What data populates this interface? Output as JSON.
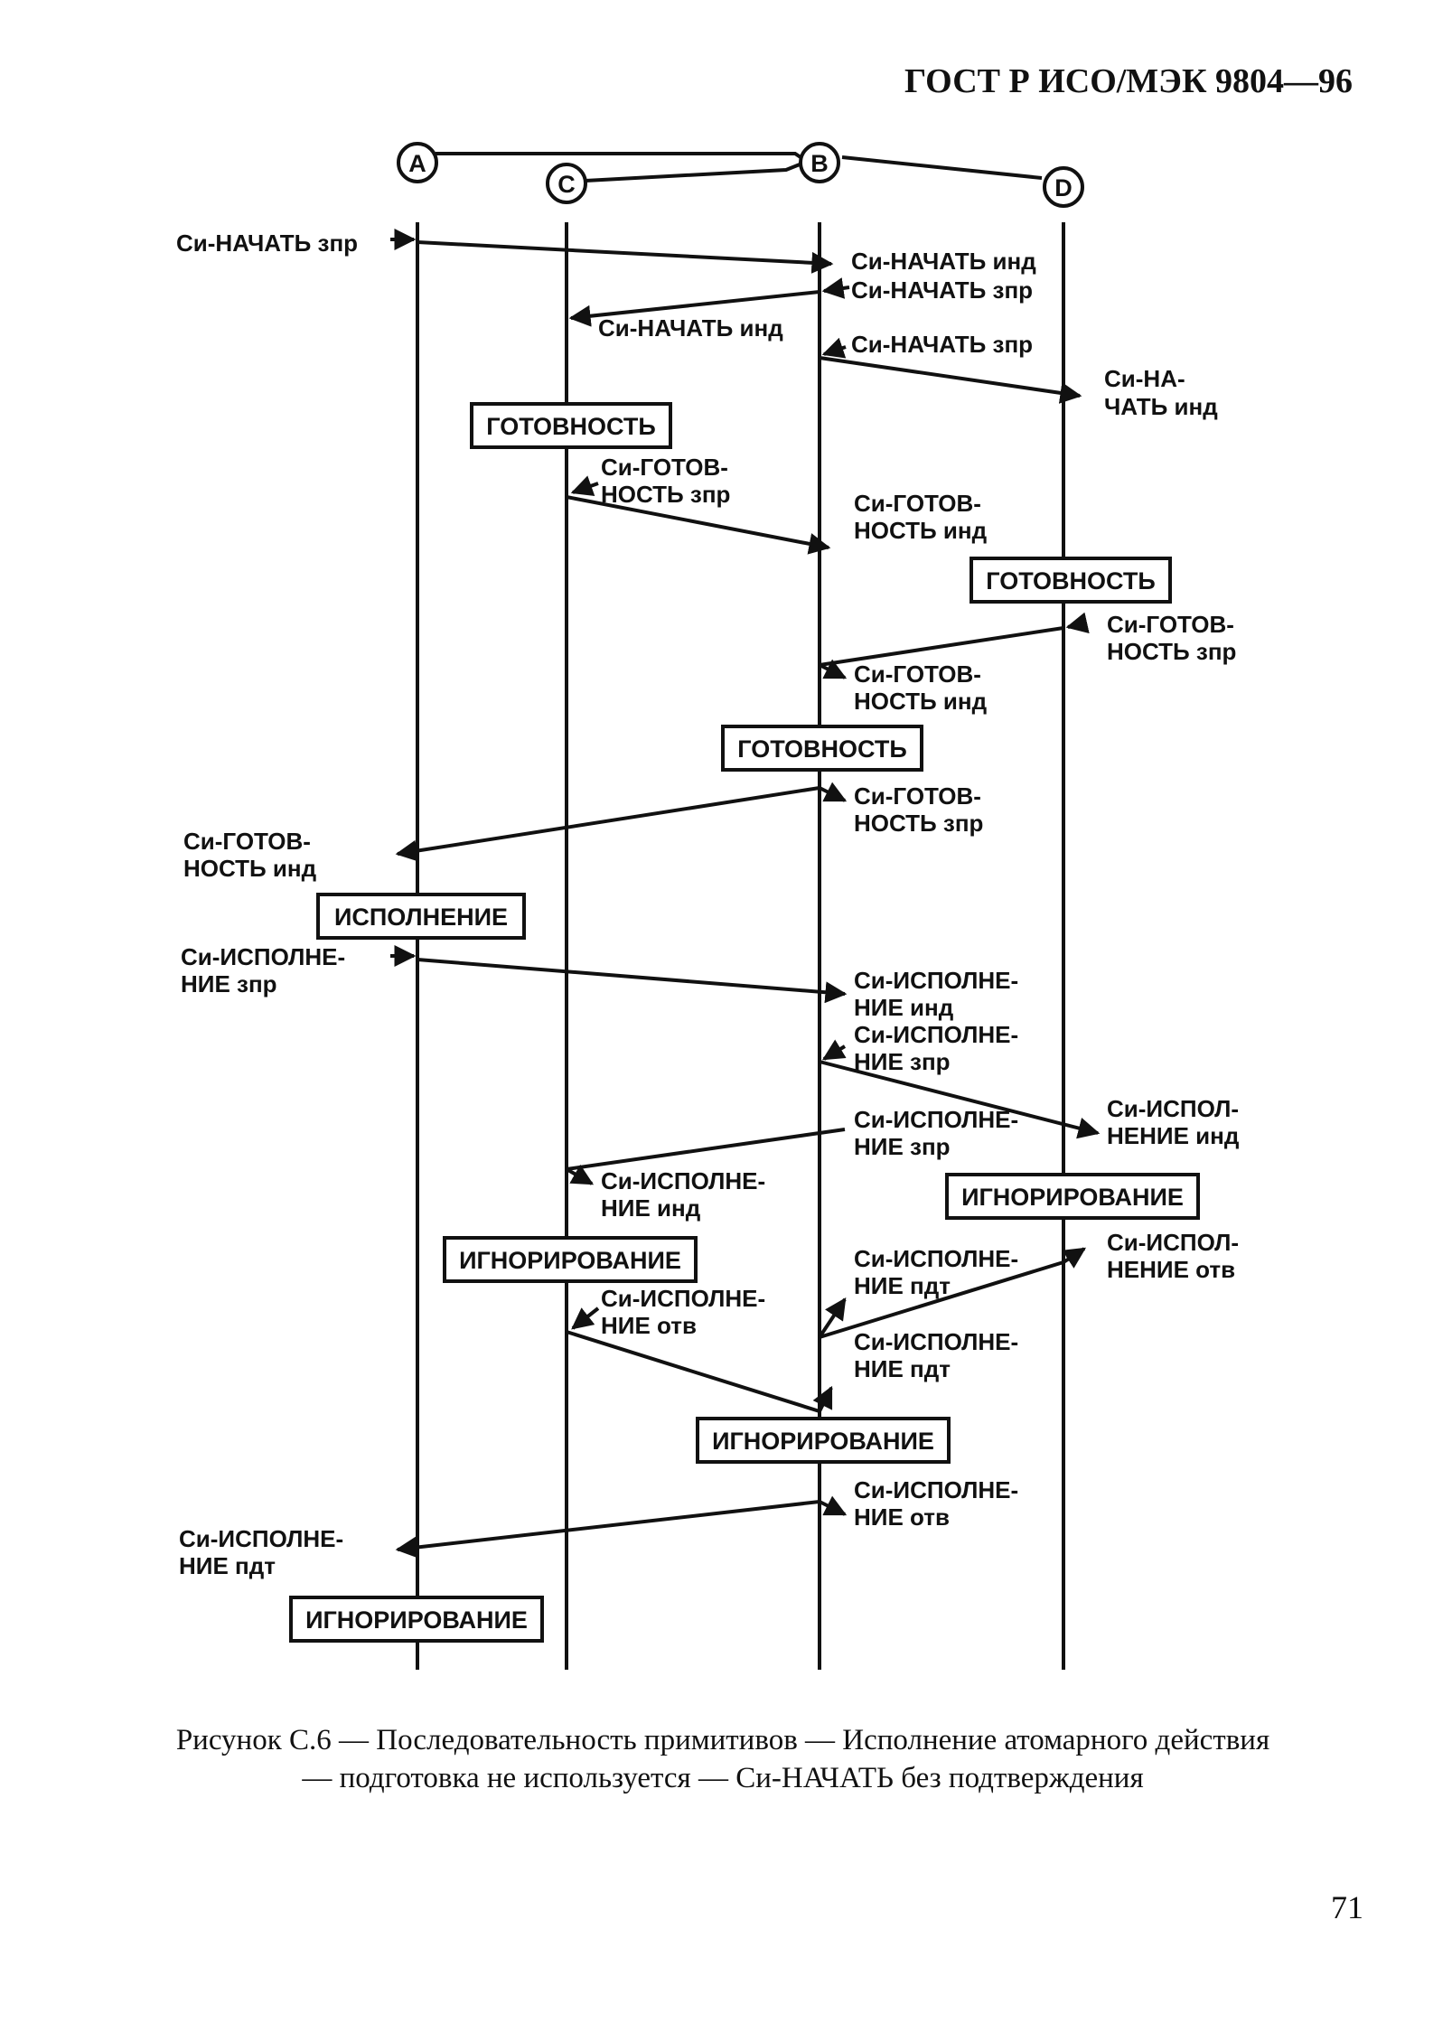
{
  "header": {
    "title": "ГОСТ Р ИСО/МЭК 9804—96"
  },
  "page_number": "71",
  "caption": "Рисунок С.6 — Последовательность примитивов — Исполнение атомарного действия — подготовка не используется — Си-НАЧАТЬ без подтверждения",
  "diagram": {
    "nodes": [
      "A",
      "C",
      "B",
      "D"
    ],
    "labels": {
      "l1": "Си-НАЧАТЬ зпр",
      "l2": "Си-НАЧАТЬ инд",
      "l3": "Си-НАЧАТЬ зпр",
      "l4": "Си-НАЧАТЬ инд",
      "l5": "Си-НАЧАТЬ зпр",
      "l6a": "Си-НА-",
      "l6b": "ЧАТЬ инд",
      "l7a": "Си-ГОТОВ-",
      "l7b": "НОСТЬ зпр",
      "l8a": "Си-ГОТОВ-",
      "l8b": "НОСТЬ инд",
      "l9a": "Си-ГОТОВ-",
      "l9b": "НОСТЬ зпр",
      "l10a": "Си-ГОТОВ-",
      "l10b": "НОСТЬ инд",
      "l11a": "Си-ГОТОВ-",
      "l11b": "НОСТЬ зпр",
      "l12a": "Си-ГОТОВ-",
      "l12b": "НОСТЬ инд",
      "l13a": "Си-ИСПОЛНЕ-",
      "l13b": "НИЕ зпр",
      "l14a": "Си-ИСПОЛНЕ-",
      "l14b": "НИЕ инд",
      "l15a": "Си-ИСПОЛНЕ-",
      "l15b": "НИЕ зпр",
      "l16a": "Си-ИСПОЛ-",
      "l16b": "НЕНИЕ инд",
      "l17a": "Си-ИСПОЛНЕ-",
      "l17b": "НИЕ зпр",
      "l18a": "Си-ИСПОЛНЕ-",
      "l18b": "НИЕ инд",
      "l19a": "Си-ИСПОЛНЕ-",
      "l19b": "НИЕ пдт",
      "l20a": "Си-ИСПОЛ-",
      "l20b": "НЕНИЕ отв",
      "l21a": "Си-ИСПОЛНЕ-",
      "l21b": "НИЕ отв",
      "l22a": "Си-ИСПОЛНЕ-",
      "l22b": "НИЕ пдт",
      "l23a": "Си-ИСПОЛНЕ-",
      "l23b": "НИЕ отв",
      "l24a": "Си-ИСПОЛНЕ-",
      "l24b": "НИЕ пдт"
    },
    "boxes": {
      "b1": "ГОТОВНОСТЬ",
      "b2": "ГОТОВНОСТЬ",
      "b3": "ГОТОВНОСТЬ",
      "b4": "ИСПОЛНЕНИЕ",
      "b5": "ИГНОРИРОВАНИЕ",
      "b6": "ИГНОРИРОВАНИЕ",
      "b7": "ИГНОРИРОВАНИЕ",
      "b8": "ИГНОРИРОВАНИЕ"
    }
  }
}
